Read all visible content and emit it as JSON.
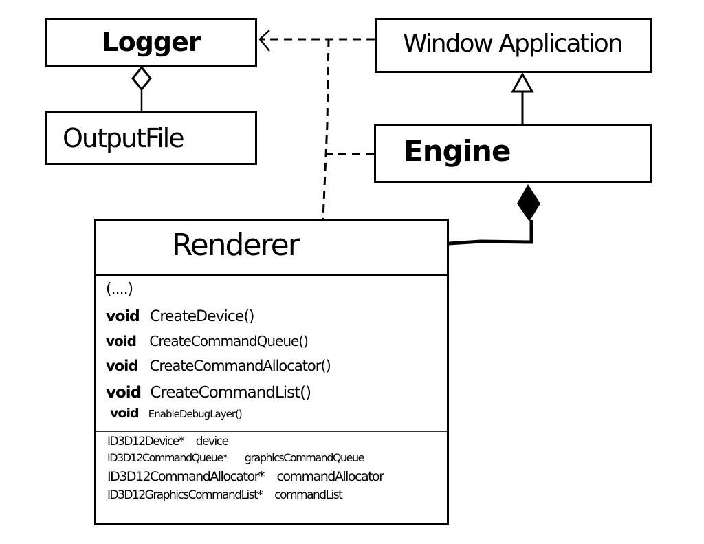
{
  "diagram": {
    "type": "UML class diagram (hand-drawn)",
    "classes": {
      "logger": {
        "name": "Logger"
      },
      "output_file": {
        "name": "OutputFile"
      },
      "window_application": {
        "name": "Window Application"
      },
      "engine": {
        "name": "Engine"
      },
      "renderer": {
        "name": "Renderer",
        "methods": [
          {
            "return_type": "",
            "name": "(....)"
          },
          {
            "return_type": "void",
            "name": "CreateDevice()"
          },
          {
            "return_type": "void",
            "name": "CreateCommandQueue()"
          },
          {
            "return_type": "void",
            "name": "CreateCommandAllocator()"
          },
          {
            "return_type": "void",
            "name": "CreateCommandList()"
          },
          {
            "return_type": "void",
            "name": "EnableDebugLayer()"
          }
        ],
        "fields": [
          {
            "type": "ID3D12Device*",
            "name": "device"
          },
          {
            "type": "ID3D12CommandQueue*",
            "name": "graphicsCommandQueue"
          },
          {
            "type": "ID3D12CommandAllocator*",
            "name": "commandAllocator"
          },
          {
            "type": "ID3D12GraphicsCommandList*",
            "name": "commandList"
          }
        ]
      }
    },
    "relationships": [
      {
        "from": "Window Application",
        "to": "Logger",
        "kind": "dependency",
        "style": "dashed",
        "arrow": "open"
      },
      {
        "from": "Engine",
        "to": "Logger",
        "kind": "dependency",
        "style": "dashed",
        "arrow": "open"
      },
      {
        "from": "Renderer",
        "to": "Logger",
        "kind": "dependency",
        "style": "dashed",
        "arrow": "open"
      },
      {
        "from": "OutputFile",
        "to": "Logger",
        "kind": "aggregation",
        "style": "solid",
        "arrow": "hollow-diamond"
      },
      {
        "from": "Engine",
        "to": "Window Application",
        "kind": "inheritance",
        "style": "solid",
        "arrow": "hollow-triangle"
      },
      {
        "from": "Renderer",
        "to": "Engine",
        "kind": "composition",
        "style": "solid",
        "arrow": "filled-diamond"
      }
    ],
    "colors": {
      "ink": "#000000",
      "paper": "#ffffff"
    }
  }
}
